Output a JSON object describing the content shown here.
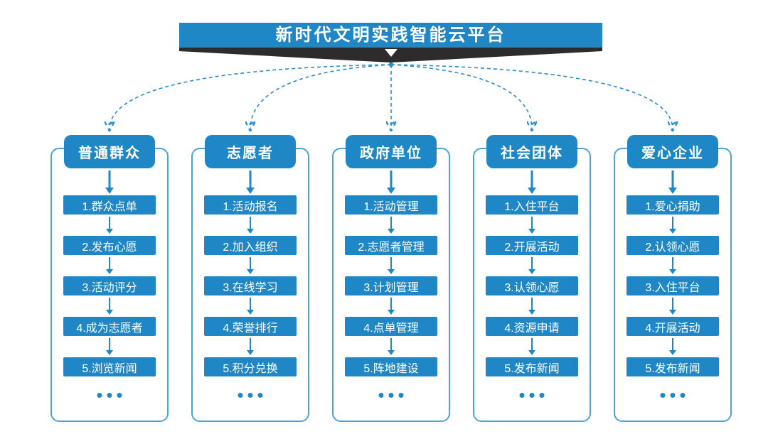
{
  "title": "新时代文明实践智能云平台",
  "more_indicator": "...",
  "colors": {
    "primary_blue": "#1f87c6",
    "dashed_line_blue": "#2a8ccf",
    "column_border_blue": "#4aa3d9",
    "banner_dark": "#2d2b2c",
    "background": "#ffffff",
    "text_on_blue": "#ffffff"
  },
  "columns": [
    {
      "header": "普通群众",
      "items": [
        "1.群众点单",
        "2.发布心愿",
        "3.活动评分",
        "4.成为志愿者",
        "5.浏览新闻"
      ],
      "more": "..."
    },
    {
      "header": "志愿者",
      "items": [
        "1.活动报名",
        "2.加入组织",
        "3.在线学习",
        "4.荣誉排行",
        "5.积分兑换"
      ],
      "more": "..."
    },
    {
      "header": "政府单位",
      "items": [
        "1.活动管理",
        "2.志愿者管理",
        "3.计划管理",
        "4.点单管理",
        "5.阵地建设"
      ],
      "more": "..."
    },
    {
      "header": "社会团体",
      "items": [
        "1.入住平台",
        "2.开展活动",
        "3.认领心愿",
        "4.资源申请",
        "5.发布新闻"
      ],
      "more": "..."
    },
    {
      "header": "爱心企业",
      "items": [
        "1.爱心捐助",
        "2.认领心愿",
        "3.入住平台",
        "4.开展活动",
        "5.发布新闻"
      ],
      "more": "..."
    }
  ]
}
